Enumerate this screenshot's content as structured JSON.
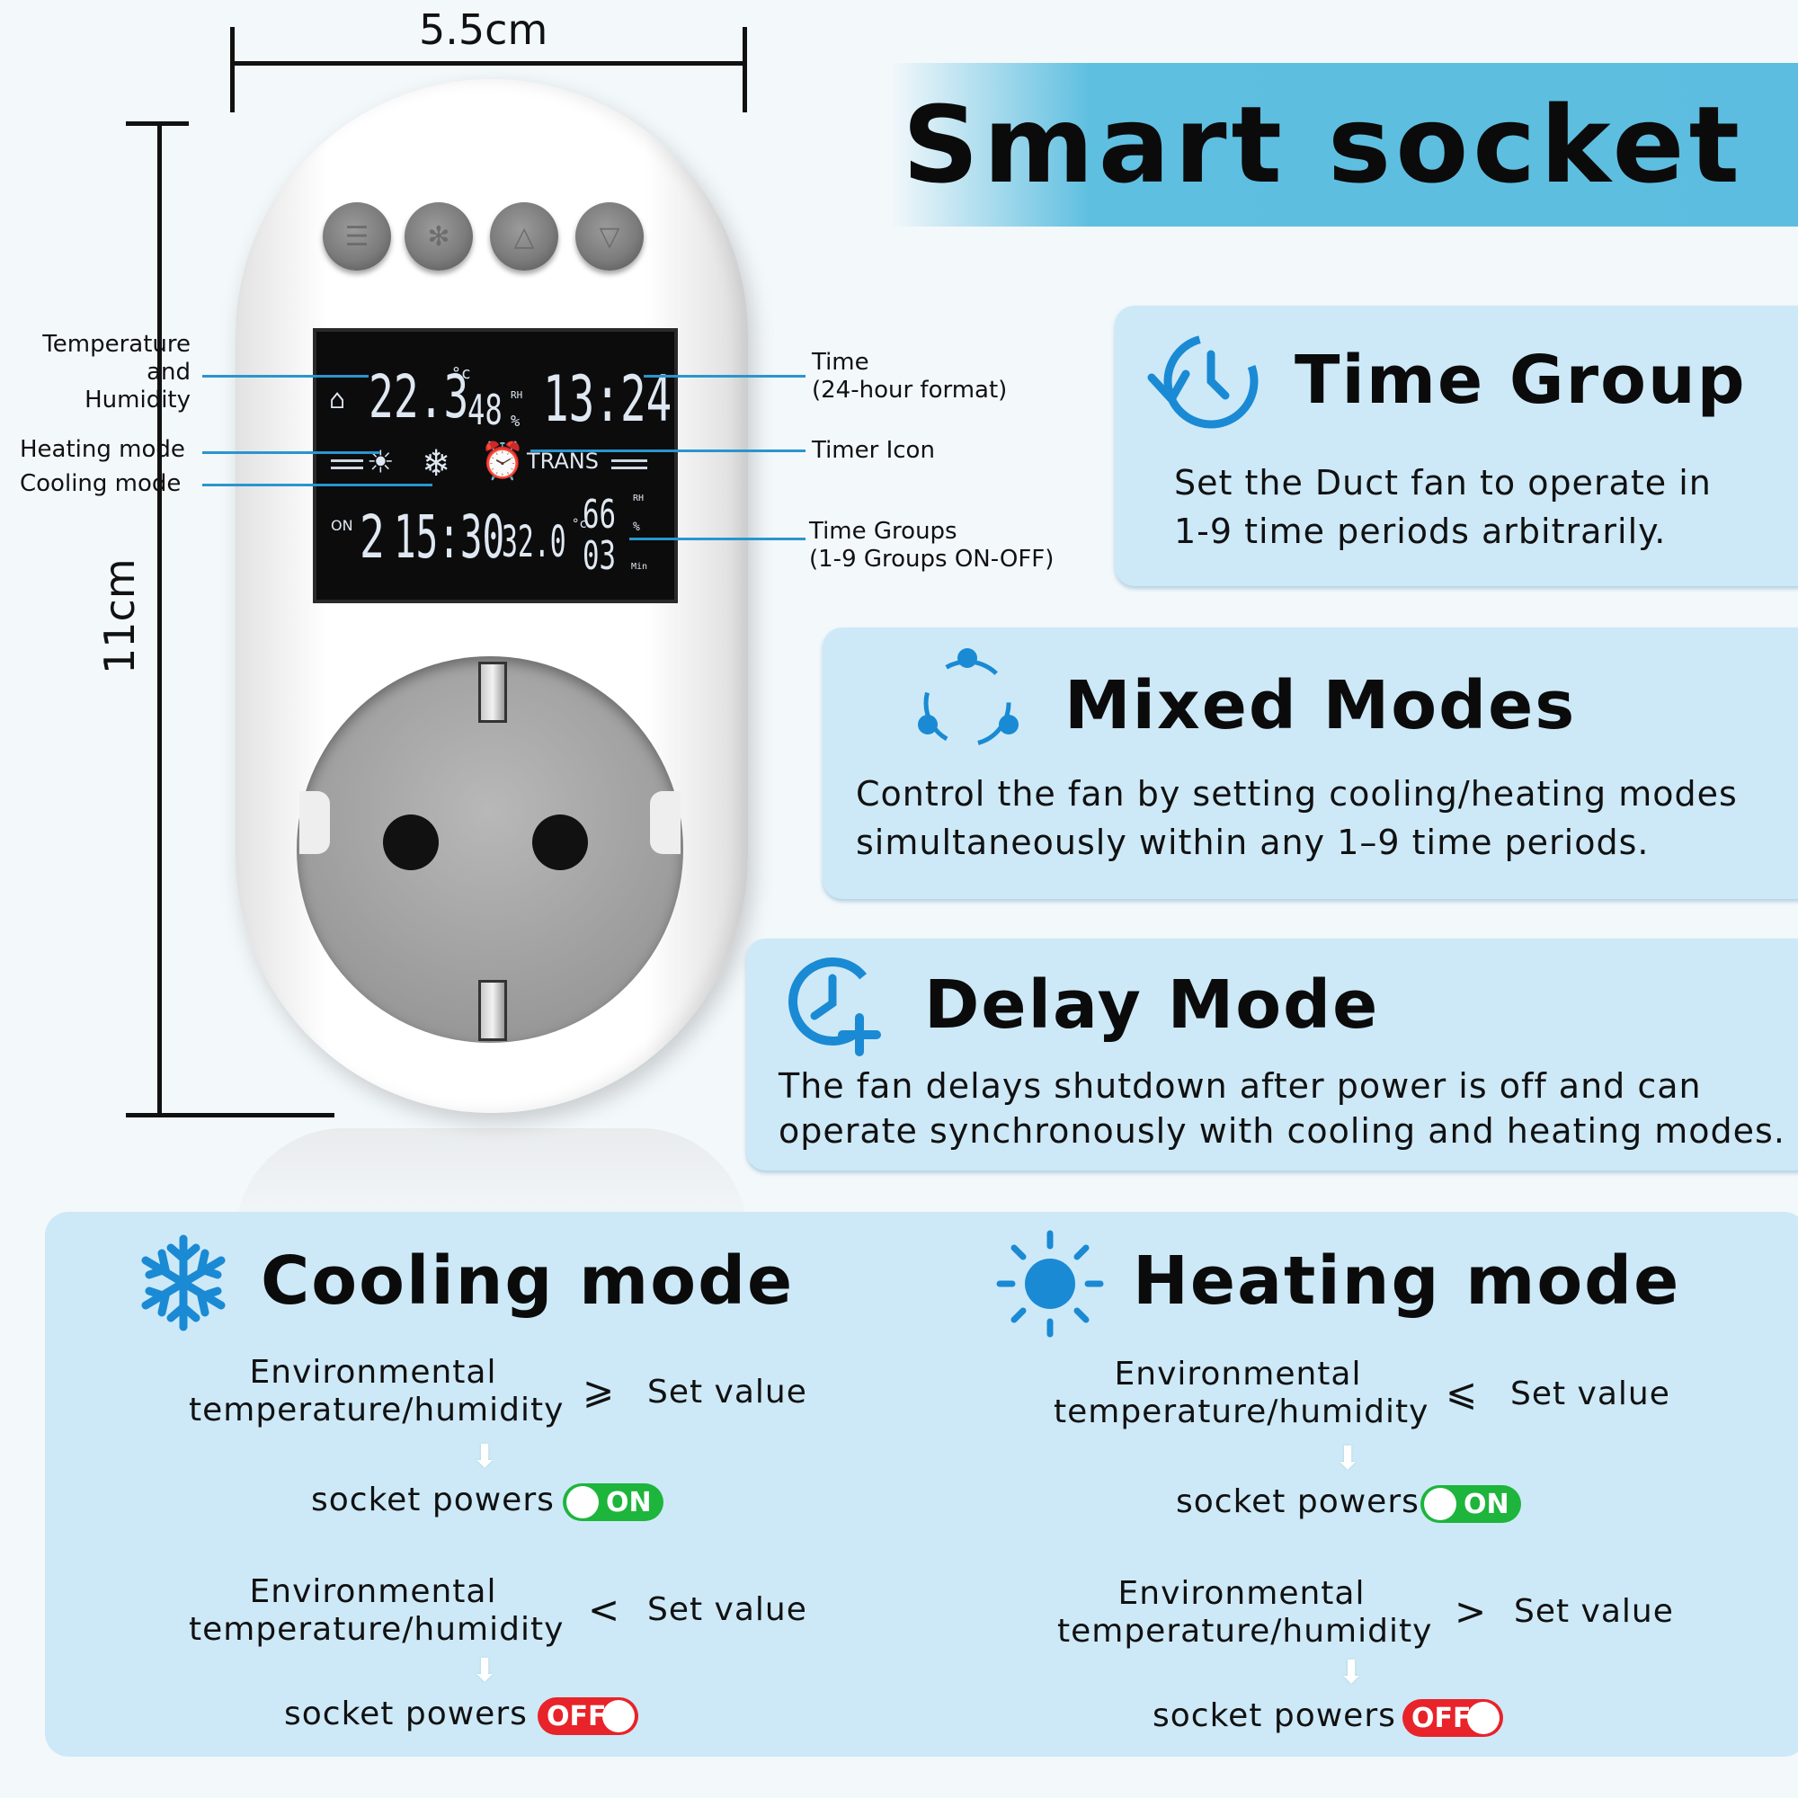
{
  "banner": {
    "title": "Smart socket"
  },
  "dimensions": {
    "width_label": "5.5cm",
    "height_label": "11cm"
  },
  "lcd": {
    "temperature": "22.3",
    "temp_unit": "°c",
    "humidity": "48",
    "humidity_rh": "RH",
    "humidity_unit": "%",
    "time": "13:24",
    "trans": "TRANS",
    "on_label": "ON",
    "group": "2",
    "group_time": "15:30",
    "set_temp": "32.0",
    "set_temp_unit": "°c",
    "set_humidity": "66",
    "set_rh": "RH",
    "set_pct": "%",
    "minutes": "03",
    "min_label": "Min"
  },
  "callouts": {
    "temp_humidity": [
      "Temperature",
      "and",
      "Humidity"
    ],
    "heating": "Heating mode",
    "cooling": "Cooling mode",
    "time": [
      "Time",
      "(24-hour format)"
    ],
    "timer_icon": "Timer Icon",
    "time_groups": [
      "Time Groups",
      "(1-9 Groups ON-OFF)"
    ]
  },
  "features": [
    {
      "icon": "clock-rewind-icon",
      "title": "Time Group",
      "desc": [
        "Set the Duct fan to operate in",
        "1-9 time periods arbitrarily."
      ]
    },
    {
      "icon": "cycle-dots-icon",
      "title": "Mixed Modes",
      "desc": [
        "Control the fan by setting cooling/heating modes",
        "simultaneously within any 1–9 time periods."
      ]
    },
    {
      "icon": "clock-plus-icon",
      "title": "Delay Mode",
      "desc": [
        "The fan delays shutdown after power is off and can",
        "operate synchronously with cooling and heating modes."
      ]
    }
  ],
  "modes": [
    {
      "icon": "snowflake-icon",
      "title": "Cooling mode",
      "rules": [
        {
          "condition": [
            "Environmental",
            "temperature/humidity"
          ],
          "operator": "⩾",
          "set_value": "Set value",
          "powers": "socket powers",
          "state": "ON"
        },
        {
          "condition": [
            "Environmental",
            "temperature/humidity"
          ],
          "operator": "<",
          "set_value": "Set value",
          "powers": "socket powers",
          "state": "OFF"
        }
      ]
    },
    {
      "icon": "sun-icon",
      "title": "Heating mode",
      "rules": [
        {
          "condition": [
            "Environmental",
            "temperature/humidity"
          ],
          "operator": "⩽",
          "set_value": "Set value",
          "powers": "socket powers",
          "state": "ON"
        },
        {
          "condition": [
            "Environmental",
            "temperature/humidity"
          ],
          "operator": ">",
          "set_value": "Set value",
          "powers": "socket powers",
          "state": "OFF"
        }
      ]
    }
  ],
  "down_arrow": "⬇",
  "colors": {
    "accent": "#2a95cf",
    "banner": "#5dbde0",
    "card": "#cde9f7",
    "on": "#1db53c",
    "off": "#e8232a"
  }
}
